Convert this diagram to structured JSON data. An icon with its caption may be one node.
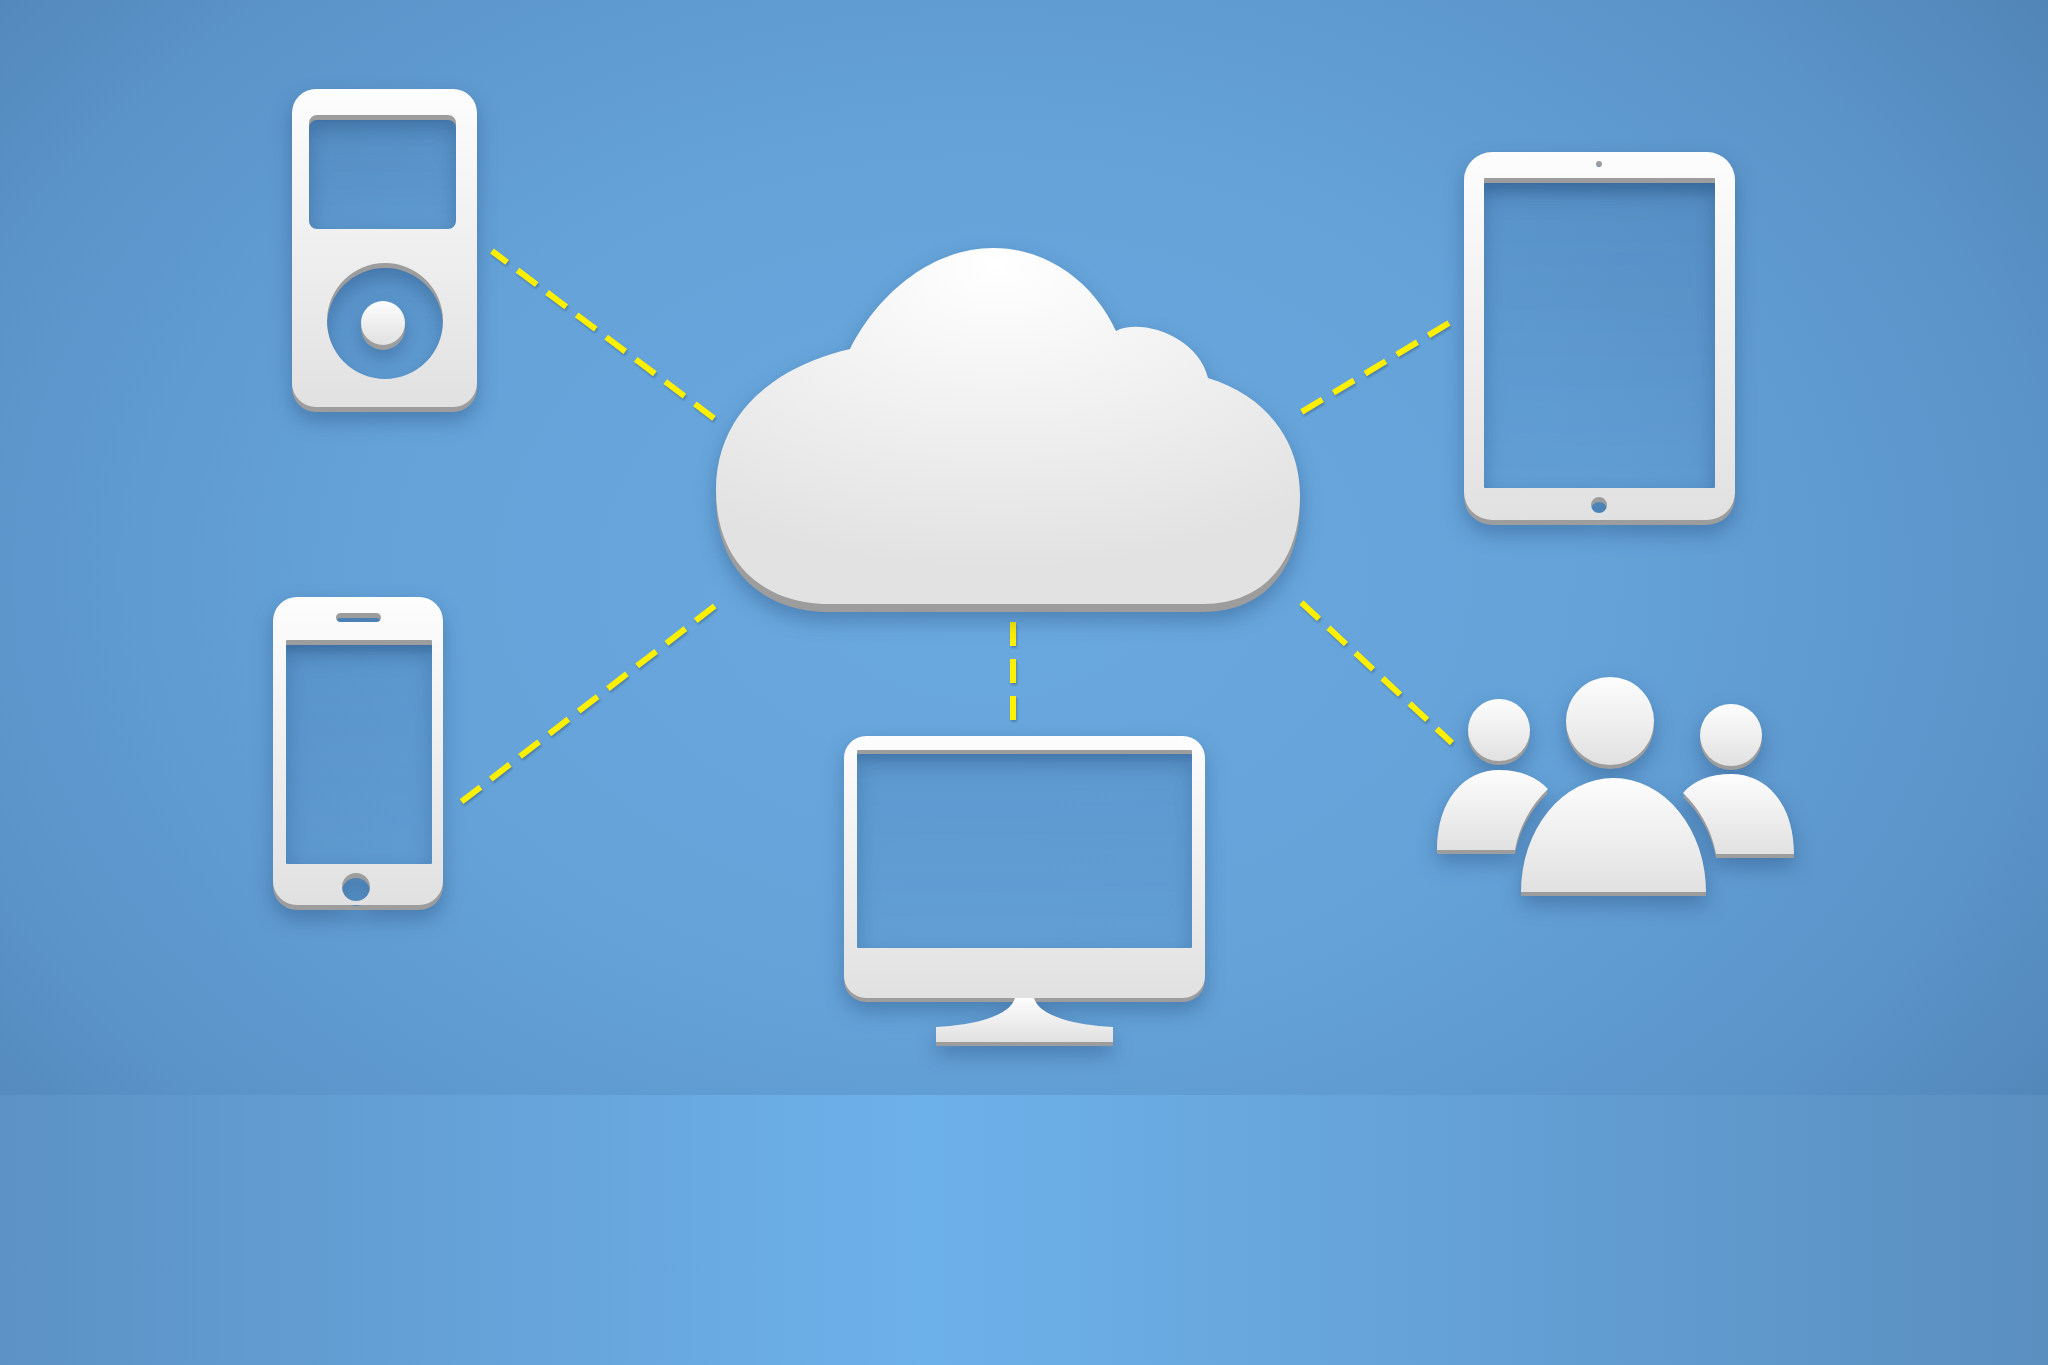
{
  "diagram": {
    "nodes": [
      {
        "text": [],
        "shape": "picture"
      },
      {
        "text": [],
        "shape": "cloud"
      },
      {
        "text": [],
        "shape": "picture"
      },
      {
        "text": [],
        "shape": "picture"
      },
      {
        "text": [],
        "shape": "picture"
      },
      {
        "text": [],
        "shape": "person"
      }
    ],
    "edges": [
      {
        "from": 1,
        "to": 0,
        "arrow": "none",
        "style": "dashed"
      },
      {
        "from": 1,
        "to": 2,
        "arrow": "none",
        "style": "dashed"
      },
      {
        "from": 1,
        "to": 3,
        "arrow": "none",
        "style": "dashed"
      },
      {
        "from": 1,
        "to": 4,
        "arrow": "none",
        "style": "dashed"
      },
      {
        "from": 1,
        "to": 5,
        "arrow": "none",
        "style": "dashed"
      }
    ]
  }
}
